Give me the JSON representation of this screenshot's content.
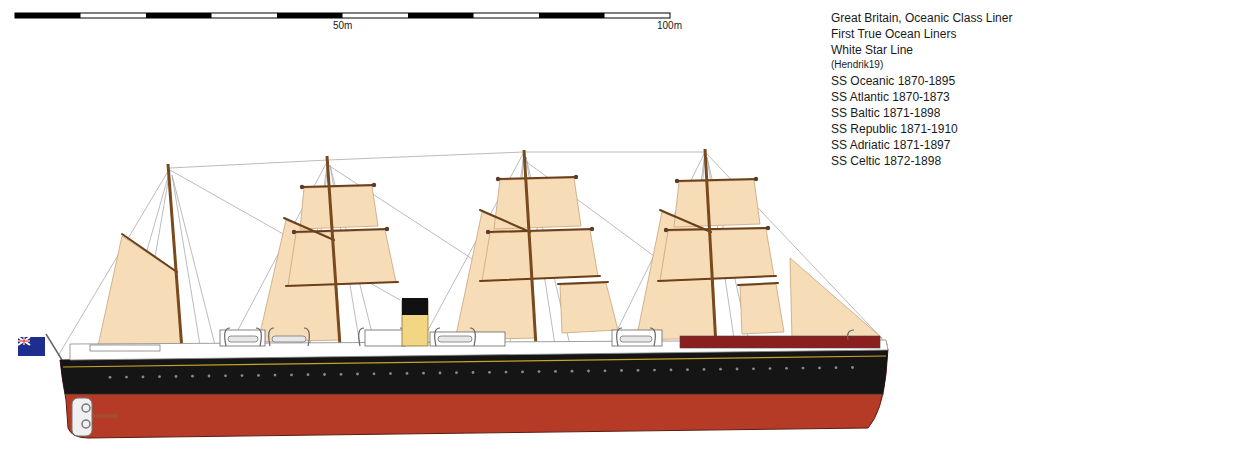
{
  "diagram": {
    "labels": [
      "50m",
      "100m",
      "Great Britain, Oceanic Class Liner",
      "First True Ocean Liners",
      "White Star Line",
      "(Hendrik19)",
      "SS Oceanic 1870-1895",
      "SS Atlantic 1870-1873",
      "SS Baltic 1871-1898",
      "SS Republic 1871-1910",
      "SS Adriatic 1871-1897",
      "SS Celtic 1872-1898"
    ]
  }
}
